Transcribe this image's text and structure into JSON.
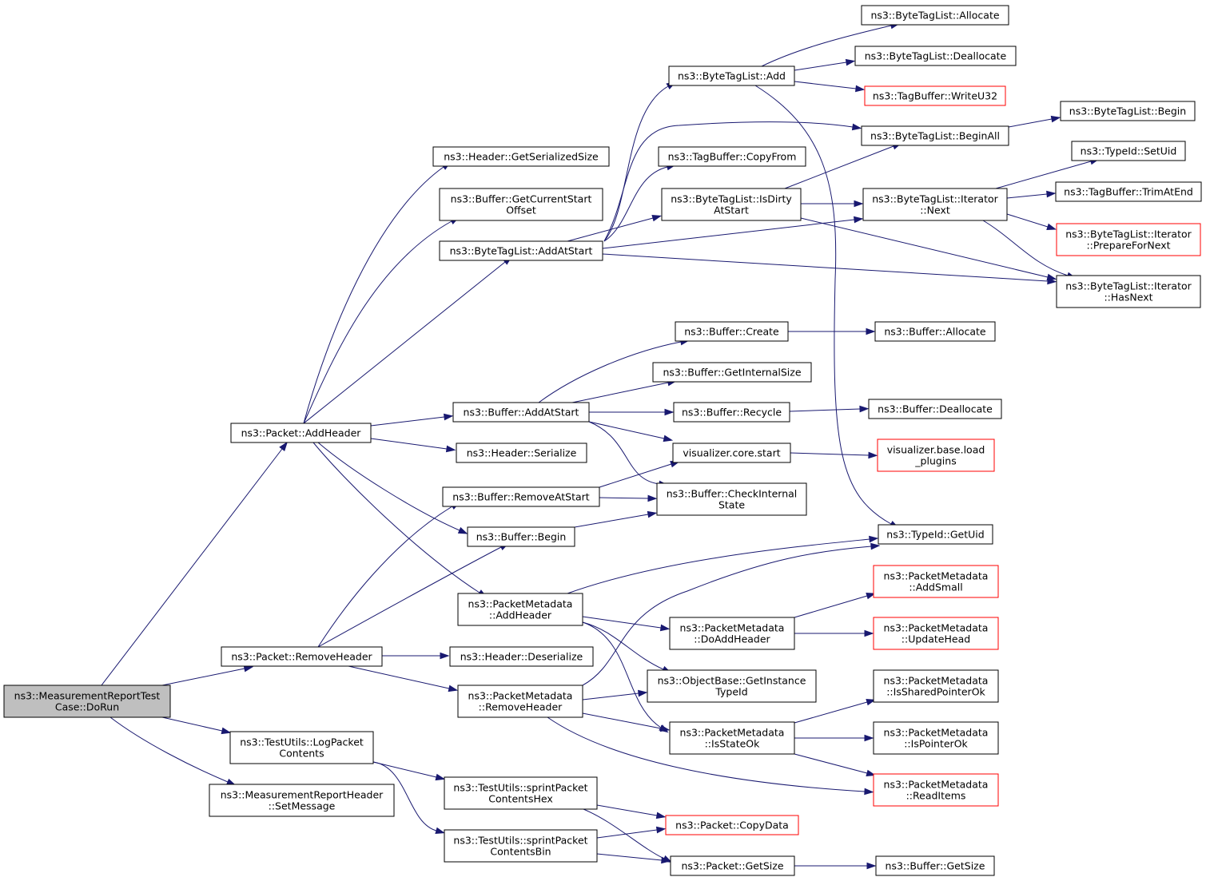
{
  "nodes": {
    "do_run": [
      "ns3::MeasurementReportTest",
      "Case::DoRun"
    ],
    "add_header": [
      "ns3::Packet::AddHeader"
    ],
    "remove_header": [
      "ns3::Packet::RemoveHeader"
    ],
    "log_packet": [
      "ns3::TestUtils::LogPacket",
      "Contents"
    ],
    "set_message": [
      "ns3::MeasurementReportHeader",
      "::SetMessage"
    ],
    "hdr_get_ser_size": [
      "ns3::Header::GetSerializedSize"
    ],
    "buf_get_cur_start": [
      "ns3::Buffer::GetCurrentStart",
      "Offset"
    ],
    "btl_add_at_start": [
      "ns3::ByteTagList::AddAtStart"
    ],
    "buf_add_at_start": [
      "ns3::Buffer::AddAtStart"
    ],
    "hdr_serialize": [
      "ns3::Header::Serialize"
    ],
    "buf_remove_at_start": [
      "ns3::Buffer::RemoveAtStart"
    ],
    "buf_begin": [
      "ns3::Buffer::Begin"
    ],
    "pm_add_header": [
      "ns3::PacketMetadata",
      "::AddHeader"
    ],
    "hdr_deserialize": [
      "ns3::Header::Deserialize"
    ],
    "pm_remove_header": [
      "ns3::PacketMetadata",
      "::RemoveHeader"
    ],
    "sprint_hex": [
      "ns3::TestUtils::sprintPacket",
      "ContentsHex"
    ],
    "sprint_bin": [
      "ns3::TestUtils::sprintPacket",
      "ContentsBin"
    ],
    "btl_add": [
      "ns3::ByteTagList::Add"
    ],
    "tb_copy_from": [
      "ns3::TagBuffer::CopyFrom"
    ],
    "btl_is_dirty": [
      "ns3::ByteTagList::IsDirty",
      "AtStart"
    ],
    "buf_create": [
      "ns3::Buffer::Create"
    ],
    "buf_get_internal_size": [
      "ns3::Buffer::GetInternalSize"
    ],
    "buf_recycle": [
      "ns3::Buffer::Recycle"
    ],
    "vis_core_start": [
      "visualizer.core.start"
    ],
    "buf_check_internal": [
      "ns3::Buffer::CheckInternal",
      "State"
    ],
    "pm_do_add_header": [
      "ns3::PacketMetadata",
      "::DoAddHeader"
    ],
    "ob_get_instance_typeid": [
      "ns3::ObjectBase::GetInstance",
      "TypeId"
    ],
    "pm_is_state_ok": [
      "ns3::PacketMetadata",
      "::IsStateOk"
    ],
    "pkt_copy_data": [
      "ns3::Packet::CopyData"
    ],
    "pkt_get_size": [
      "ns3::Packet::GetSize"
    ],
    "btl_allocate": [
      "ns3::ByteTagList::Allocate"
    ],
    "btl_deallocate": [
      "ns3::ByteTagList::Deallocate"
    ],
    "tb_write_u32": [
      "ns3::TagBuffer::WriteU32"
    ],
    "btl_begin_all": [
      "ns3::ByteTagList::BeginAll"
    ],
    "btl_iter_next": [
      "ns3::ByteTagList::Iterator",
      "::Next"
    ],
    "buf_allocate": [
      "ns3::Buffer::Allocate"
    ],
    "buf_deallocate": [
      "ns3::Buffer::Deallocate"
    ],
    "vis_base_load": [
      "visualizer.base.load",
      "_plugins"
    ],
    "typeid_get_uid": [
      "ns3::TypeId::GetUid"
    ],
    "pm_add_small": [
      "ns3::PacketMetadata",
      "::AddSmall"
    ],
    "pm_update_head": [
      "ns3::PacketMetadata",
      "::UpdateHead"
    ],
    "pm_is_shared_ptr_ok": [
      "ns3::PacketMetadata",
      "::IsSharedPointerOk"
    ],
    "pm_is_pointer_ok": [
      "ns3::PacketMetadata",
      "::IsPointerOk"
    ],
    "pm_read_items": [
      "ns3::PacketMetadata",
      "::ReadItems"
    ],
    "buf_get_size": [
      "ns3::Buffer::GetSize"
    ],
    "btl_begin": [
      "ns3::ByteTagList::Begin"
    ],
    "typeid_set_uid": [
      "ns3::TypeId::SetUid"
    ],
    "tb_trim_at_end": [
      "ns3::TagBuffer::TrimAtEnd"
    ],
    "btl_iter_prepare": [
      "ns3::ByteTagList::Iterator",
      "::PrepareForNext"
    ],
    "btl_iter_has_next": [
      "ns3::ByteTagList::Iterator",
      "::HasNext"
    ]
  },
  "colors": {
    "edge": "#191970",
    "node_border": "#000000",
    "node_border_truncated": "#ff0000",
    "root_fill": "#bfbfbf",
    "node_fill": "#ffffff"
  }
}
